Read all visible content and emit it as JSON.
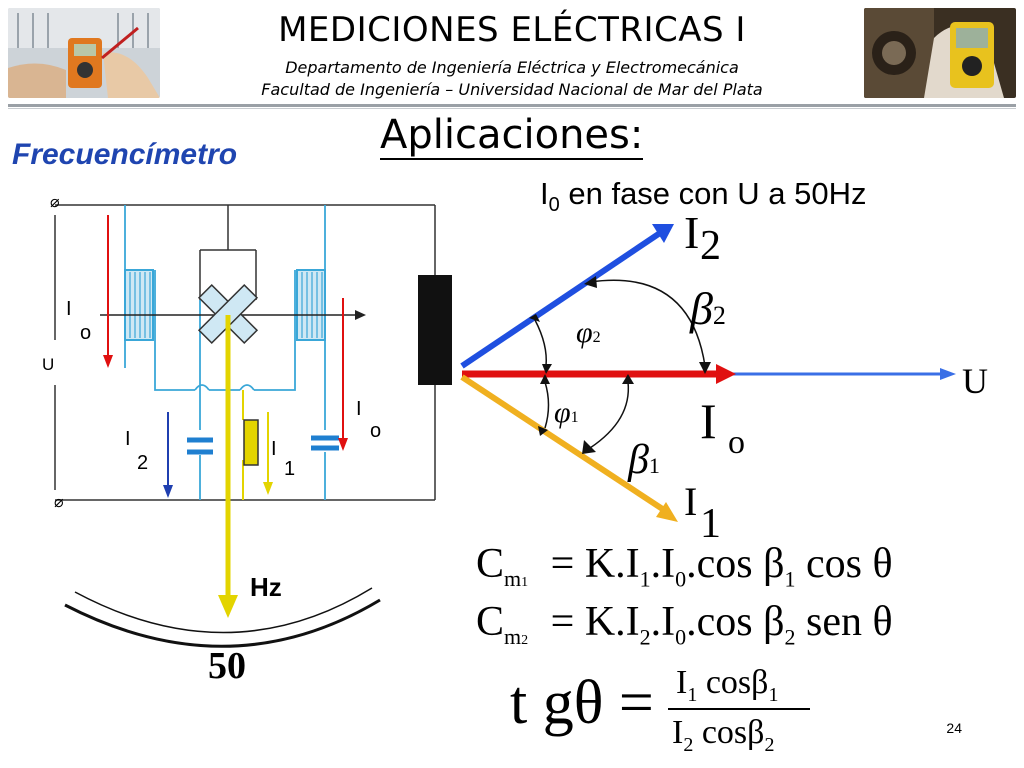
{
  "header": {
    "title": "MEDICIONES ELÉCTRICAS I",
    "department": "Departamento de Ingeniería Eléctrica y Electromecánica",
    "faculty": "Facultad de Ingeniería – Universidad Nacional de Mar del Plata"
  },
  "slide": {
    "heading": "Aplicaciones:",
    "section": "Frecuencímetro",
    "note_main": "I",
    "note_sub": "0",
    "note_rest": " en fase con U a 50Hz",
    "page_number": "24"
  },
  "circuit": {
    "terminal_top": "⌀",
    "terminal_bottom": "⌀",
    "label_u": "U",
    "label_io_left_i": "I",
    "label_io_left_o": "o",
    "label_io_right_i": "I",
    "label_io_right_o": "o",
    "label_i2_i": "I",
    "label_i2_n": "2",
    "label_i1_i": "I",
    "label_i1_n": "1",
    "scale_unit": "Hz",
    "scale_value": "50"
  },
  "phasor": {
    "i2_i": "I",
    "i2_n": "2",
    "beta2": "β",
    "beta2_sub": "2",
    "phi2": "φ",
    "phi2_sub": "2",
    "u": "U",
    "phi1": "φ",
    "phi1_sub": "1",
    "io_i": "I",
    "io_o": "o",
    "beta1": "β",
    "beta1_sub": "1",
    "i1_i": "I",
    "i1_n": "1",
    "colors": {
      "i2": "#1f4fe0",
      "io": "#e01010",
      "u": "#3a6fe6",
      "i1": "#f0b020"
    }
  },
  "equations": {
    "eq1_c": "C",
    "eq1_sub": "m",
    "eq1_subsub": "1",
    "eq1_rhs_a": "= K.I",
    "eq1_rhs_a_sub": "1",
    "eq1_rhs_b": ".I",
    "eq1_rhs_b_sub": "0",
    "eq1_rhs_c": ".cos β",
    "eq1_rhs_c_sub": "1",
    "eq1_rhs_d": " cos θ",
    "eq2_c": "C",
    "eq2_sub": "m",
    "eq2_subsub": "2",
    "eq2_rhs_a": "= K.I",
    "eq2_rhs_a_sub": "2",
    "eq2_rhs_b": ".I",
    "eq2_rhs_b_sub": "0",
    "eq2_rhs_c": ".cos β",
    "eq2_rhs_c_sub": "2",
    "eq2_rhs_d": " sen θ",
    "tg_lhs": "t gθ =",
    "num_i": "I",
    "num_i_sub": "1",
    "num_rest": " cosβ",
    "num_rest_sub": "1",
    "den_i": "I",
    "den_i_sub": "2",
    "den_rest": " cosβ",
    "den_rest_sub": "2"
  }
}
